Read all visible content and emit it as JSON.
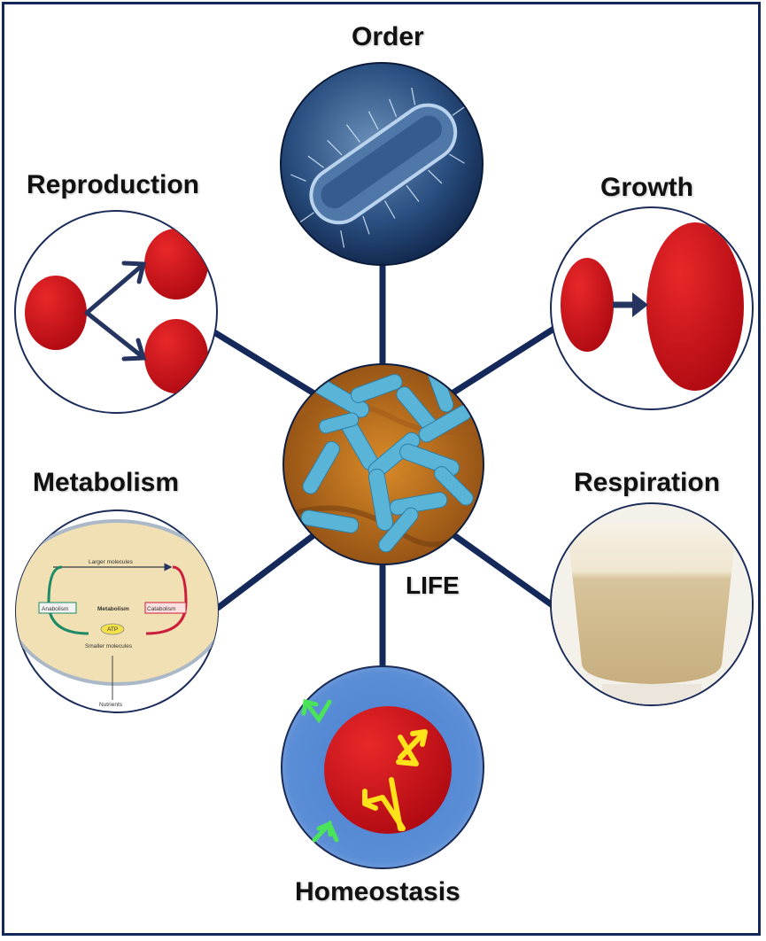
{
  "center": {
    "label": "LIFE"
  },
  "nodes": {
    "order": {
      "label": "Order"
    },
    "reproduction": {
      "label": "Reproduction"
    },
    "growth": {
      "label": "Growth"
    },
    "metabolism": {
      "label": "Metabolism",
      "inset": {
        "larger": "Larger molecules",
        "anabolism": "Anabolism",
        "metabolism": "Metabolism",
        "catabolism": "Catabolism",
        "atp": "ATP",
        "smaller": "Smaller molecules",
        "nutrients": "Nutrients"
      }
    },
    "respiration": {
      "label": "Respiration"
    },
    "homeostasis": {
      "label": "Homeostasis"
    }
  },
  "colors": {
    "connector": "#14295a",
    "cell_red": "#d5131a",
    "bacteria_blue": "#5ab4d8",
    "homeostasis_bg": "#5a8dd6",
    "arrow_yellow": "#ffe21a",
    "arrow_green": "#4be35a"
  }
}
